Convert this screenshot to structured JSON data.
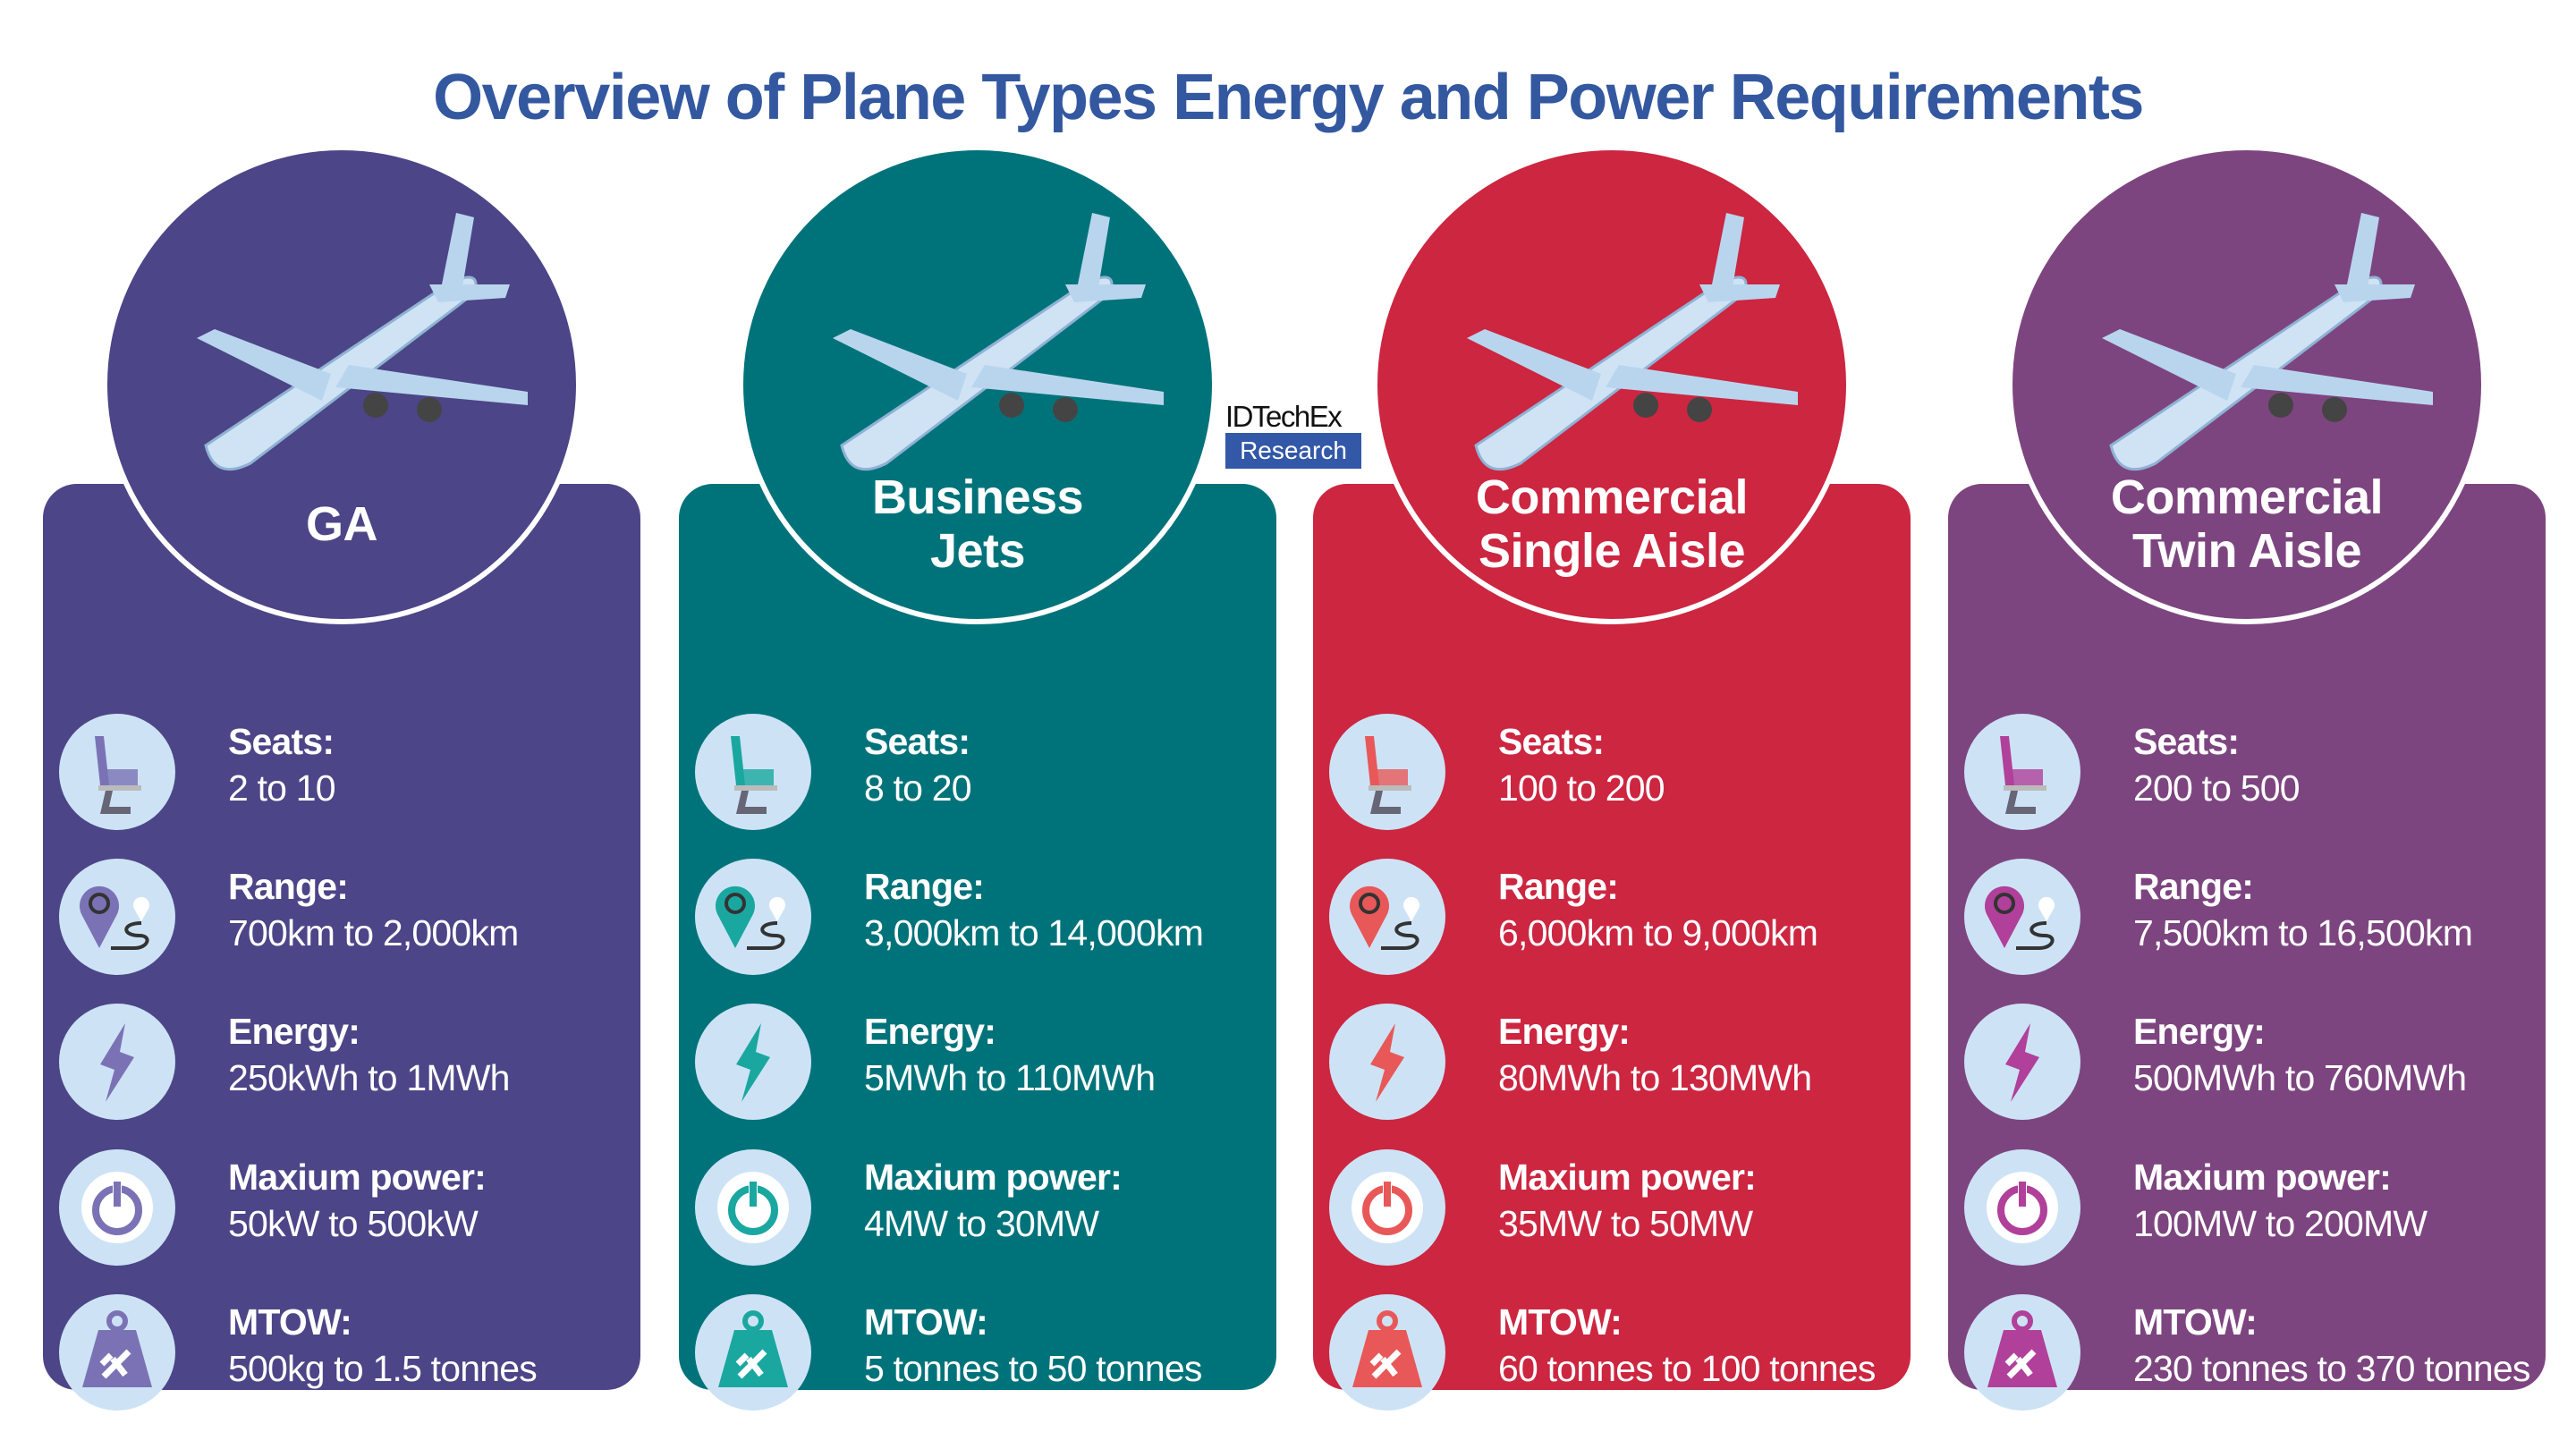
{
  "title": "Overview of Plane Types Energy and Power Requirements",
  "logo": {
    "line1": "IDTechEx",
    "line2": "Research"
  },
  "colors": {
    "title": "#3358a0",
    "icon_bg": "#cde3f5"
  },
  "cards": [
    {
      "id": "ga",
      "title_lines": [
        "GA"
      ],
      "color": "#4c4587",
      "accent": "#7b72b5",
      "rows": [
        {
          "icon": "seat-icon",
          "label": "Seats:",
          "value": "2 to 10"
        },
        {
          "icon": "range-icon",
          "label": "Range:",
          "value": "700km to 2,000km"
        },
        {
          "icon": "lightning-icon",
          "label": "Energy:",
          "value": "250kWh to 1MWh"
        },
        {
          "icon": "power-icon",
          "label": "Maxium power:",
          "value": "50kW to 500kW"
        },
        {
          "icon": "weight-icon",
          "label": "MTOW:",
          "value": "500kg to 1.5 tonnes"
        }
      ]
    },
    {
      "id": "business-jets",
      "title_lines": [
        "Business",
        "Jets"
      ],
      "color": "#00737a",
      "accent": "#1aa7a0",
      "rows": [
        {
          "icon": "seat-icon",
          "label": "Seats:",
          "value": "8 to 20"
        },
        {
          "icon": "range-icon",
          "label": "Range:",
          "value": "3,000km to 14,000km"
        },
        {
          "icon": "lightning-icon",
          "label": "Energy:",
          "value": "5MWh to 110MWh"
        },
        {
          "icon": "power-icon",
          "label": "Maxium power:",
          "value": "4MW to 30MW"
        },
        {
          "icon": "weight-icon",
          "label": "MTOW:",
          "value": "5 tonnes to 50 tonnes"
        }
      ]
    },
    {
      "id": "commercial-single-aisle",
      "title_lines": [
        "Commercial",
        "Single Aisle"
      ],
      "color": "#cc2641",
      "accent": "#e85858",
      "rows": [
        {
          "icon": "seat-icon",
          "label": "Seats:",
          "value": "100 to 200"
        },
        {
          "icon": "range-icon",
          "label": "Range:",
          "value": "6,000km to 9,000km"
        },
        {
          "icon": "lightning-icon",
          "label": "Energy:",
          "value": "80MWh to 130MWh"
        },
        {
          "icon": "power-icon",
          "label": "Maxium power:",
          "value": "35MW to 50MW"
        },
        {
          "icon": "weight-icon",
          "label": "MTOW:",
          "value": "60 tonnes to 100 tonnes"
        }
      ]
    },
    {
      "id": "commercial-twin-aisle",
      "title_lines": [
        "Commercial",
        "Twin Aisle"
      ],
      "color": "#7d4580",
      "accent": "#b0409a",
      "rows": [
        {
          "icon": "seat-icon",
          "label": "Seats:",
          "value": "200 to 500"
        },
        {
          "icon": "range-icon",
          "label": "Range:",
          "value": "7,500km to 16,500km"
        },
        {
          "icon": "lightning-icon",
          "label": "Energy:",
          "value": "500MWh to 760MWh"
        },
        {
          "icon": "power-icon",
          "label": "Maxium power:",
          "value": "100MW to 200MW"
        },
        {
          "icon": "weight-icon",
          "label": "MTOW:",
          "value": "230 tonnes to 370 tonnes"
        }
      ]
    }
  ]
}
